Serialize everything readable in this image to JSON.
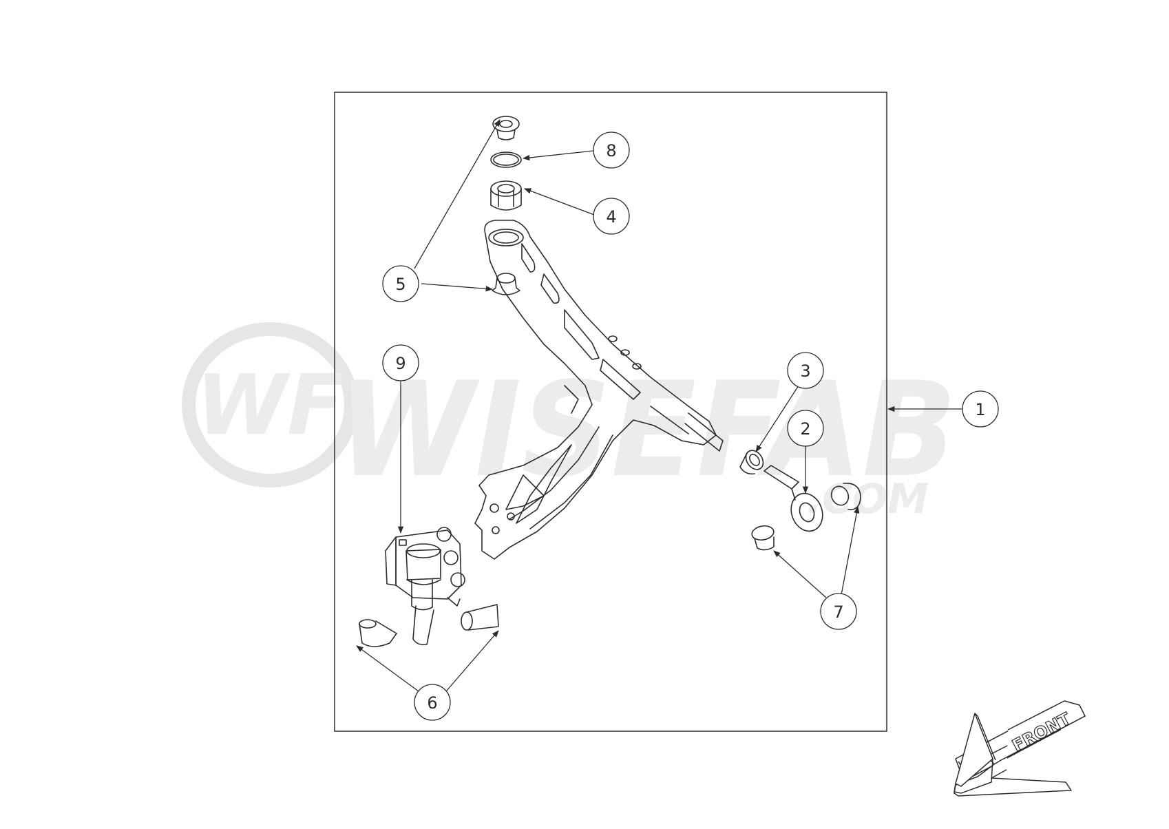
{
  "watermark": {
    "brand_text": "WISEFAB",
    "domain_text": ".COM",
    "emblem_text": "WF"
  },
  "front_arrow": {
    "label": "FRONT"
  },
  "balloons": [
    {
      "id": "b1",
      "label": "1"
    },
    {
      "id": "b2",
      "label": "2"
    },
    {
      "id": "b3",
      "label": "3"
    },
    {
      "id": "b4",
      "label": "4"
    },
    {
      "id": "b5",
      "label": "5"
    },
    {
      "id": "b6",
      "label": "6"
    },
    {
      "id": "b7",
      "label": "7"
    },
    {
      "id": "b8",
      "label": "8"
    },
    {
      "id": "b9",
      "label": "9"
    }
  ],
  "colors": {
    "line": "#2b2b2b",
    "watermark": "#e6e6e6",
    "paper": "#ffffff"
  }
}
